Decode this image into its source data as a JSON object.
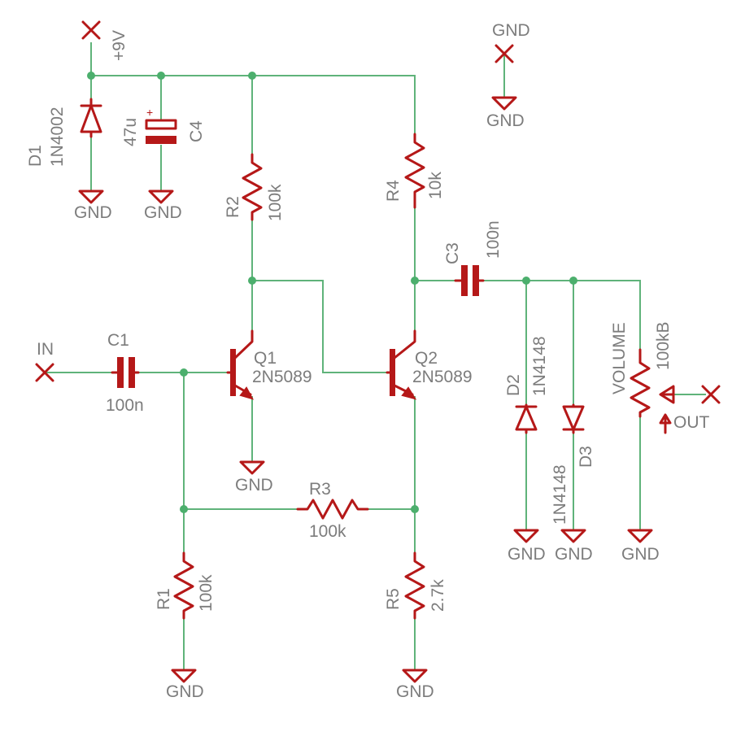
{
  "supply": {
    "label": "+9V"
  },
  "ground": {
    "label": "GND"
  },
  "ports": {
    "input": "IN",
    "output": "OUT"
  },
  "components": {
    "d1": {
      "ref": "D1",
      "value": "1N4002"
    },
    "c4": {
      "ref": "C4",
      "value": "47u",
      "polarity": "+"
    },
    "r2": {
      "ref": "R2",
      "value": "100k"
    },
    "r4": {
      "ref": "R4",
      "value": "10k"
    },
    "c3": {
      "ref": "C3",
      "value": "100n"
    },
    "c1": {
      "ref": "C1",
      "value": "100n"
    },
    "q1": {
      "ref": "Q1",
      "value": "2N5089"
    },
    "q2": {
      "ref": "Q2",
      "value": "2N5089"
    },
    "r3": {
      "ref": "R3",
      "value": "100k"
    },
    "r1": {
      "ref": "R1",
      "value": "100k"
    },
    "r5": {
      "ref": "R5",
      "value": "2.7k"
    },
    "d2": {
      "ref": "D2",
      "value": "1N4148"
    },
    "d3": {
      "ref": "D3",
      "value": "1N4148"
    },
    "volume": {
      "ref": "VOLUME",
      "value": "100kB"
    }
  },
  "colors": {
    "wire": "#5fb37a",
    "component": "#b51818",
    "label": "#7c7c7c"
  }
}
